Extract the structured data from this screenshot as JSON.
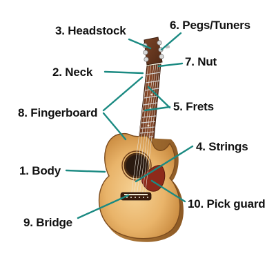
{
  "diagram": {
    "leader_color": "#1b8a82",
    "labels": {
      "headstock": "3. Headstock",
      "pegs_tuners": "6. Pegs/Tuners",
      "nut": "7. Nut",
      "neck": "2. Neck",
      "fingerboard": "8. Fingerboard",
      "frets": "5. Frets",
      "strings": "4. Strings",
      "body": "1. Body",
      "pick_guard": "10. Pick guard",
      "bridge": "9. Bridge"
    }
  }
}
